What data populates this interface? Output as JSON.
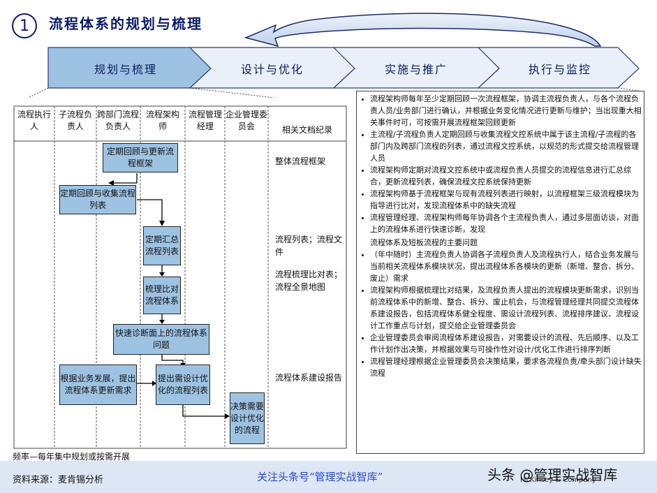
{
  "header": {
    "step_number": "1",
    "title": "流程体系的规划与梳理"
  },
  "phases": [
    "规划与梳理",
    "设计与优化",
    "实施与推广",
    "执行与监控"
  ],
  "columns": [
    "流程执行人",
    "子流程负责人",
    "跨部门流程负责人",
    "流程架构师",
    "流程管理经理",
    "企业管理委员会",
    "相关文档纪录"
  ],
  "flow_boxes": {
    "b1": "定期回顾与更新流程框架",
    "b2": "定期回顾与收集流程列表",
    "b3": "定期汇总流程列表",
    "b4": "梳理比对流程体系",
    "b5": "快速诊断面上的流程体系问题",
    "b6": "根据业务发展，提出流程体系更新需求",
    "b7": "提出需设计优化的流程列表",
    "b8": "决策需要设计优化的流程"
  },
  "documents": {
    "d1": "整体流程框架",
    "d2": "流程列表；流程文件",
    "d3": "流程梳理比对表；流程全景地图",
    "d4": "流程体系建设报告"
  },
  "bullets": [
    "流程架构师每年至少定期回顾一次流程框架，协调主流程负责人，与各个流程负责人员/业务部门进行确认，并根据业务变化情况进行更新与维护；当出现重大相关事件时可，可按需开展流程框架回顾更新",
    "主流程/子流程负责人定期回顾与收集流程文控系统中属于该主流程/子流程的各部门内及跨部门流程的列表，通过流程文控系统，以规范的形式提交给流程管理人员",
    "流程架构师定期对流程文控系统中或流程负责人员提交的流程信息进行汇总综合，更新流程列表，确保流程文控系统保持更新",
    "流程架构师基于流程框架与现有流程列表进行映射，以流程框架三级流程模块为指导进行比对，发现流程体系中的缺失流程",
    "流程管理经理、流程架构师每年协调各个主流程负责人，通过多层面访谈，对面上的流程体系进行快速诊断，发现"
  ],
  "bullet_continuation": "流程体系及短板流程的主要问题",
  "bullets2": [
    "（年中随时）主流程负责人协调各子流程负责人及流程执行人，结合业务发展与当前相关流程体系模块状况，提出流程体系各模块的更新（新增、整合、拆分、废止）需求",
    "流程架构师根据梳理比对结果，及流程负责人提出的流程模块更新需求，识别当前流程体系中的新增、整合、拆分、废止机会，与流程管理经理共同提交流程体系建设报告，包括流程体系健全程度、需设计流程列表、流程排序建议、流程设计工作重点与计划，提交给企业管理委员会",
    "企业管理委员会审阅流程体系建设报告，对需要设计的流程、先后顺序、以及工作计划作出决策，并根据效果与可操作性对设计/优化工作进行排序判断",
    "流程管理经理根据企业管理委员会决策结果，要求各流程负责/牵头部门设计缺失流程"
  ],
  "frequency_note": "频率—每年集中规划或按需开展",
  "footer": {
    "source": "资料来源：麦肯锡分析",
    "follow": "关注头条号“管理实战智库”",
    "watermark": "头条 @管理实战智库",
    "mckinsey": "McKinsey & Company"
  }
}
